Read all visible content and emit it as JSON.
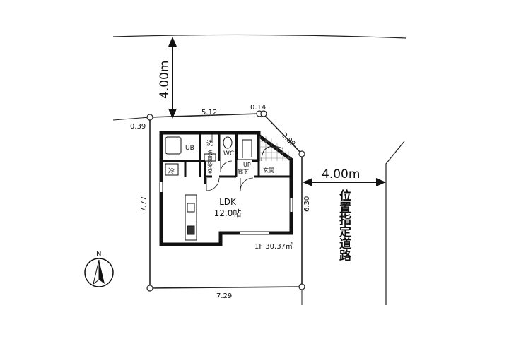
{
  "dimensions": {
    "north_road_width": "4.00m",
    "east_road_width": "4.00m",
    "top_edge": "5.12",
    "corner_short": "0.14",
    "corner_diagonal": "2.89",
    "left_offset": "0.39",
    "left_edge": "7.77",
    "right_edge": "6.30",
    "bottom_edge": "7.29"
  },
  "road_label": "位置指定道路",
  "rooms": {
    "ldk_name": "LDK",
    "ldk_size": "12.0帖",
    "ub": "UB",
    "wash": "洗",
    "laundry": "洗面脱衣室",
    "wc": "WC",
    "fridge": "冷",
    "up": "UP",
    "hallway": "廊下",
    "entrance": "玄関"
  },
  "floor_area": "1F 30.37㎡",
  "compass": "N"
}
